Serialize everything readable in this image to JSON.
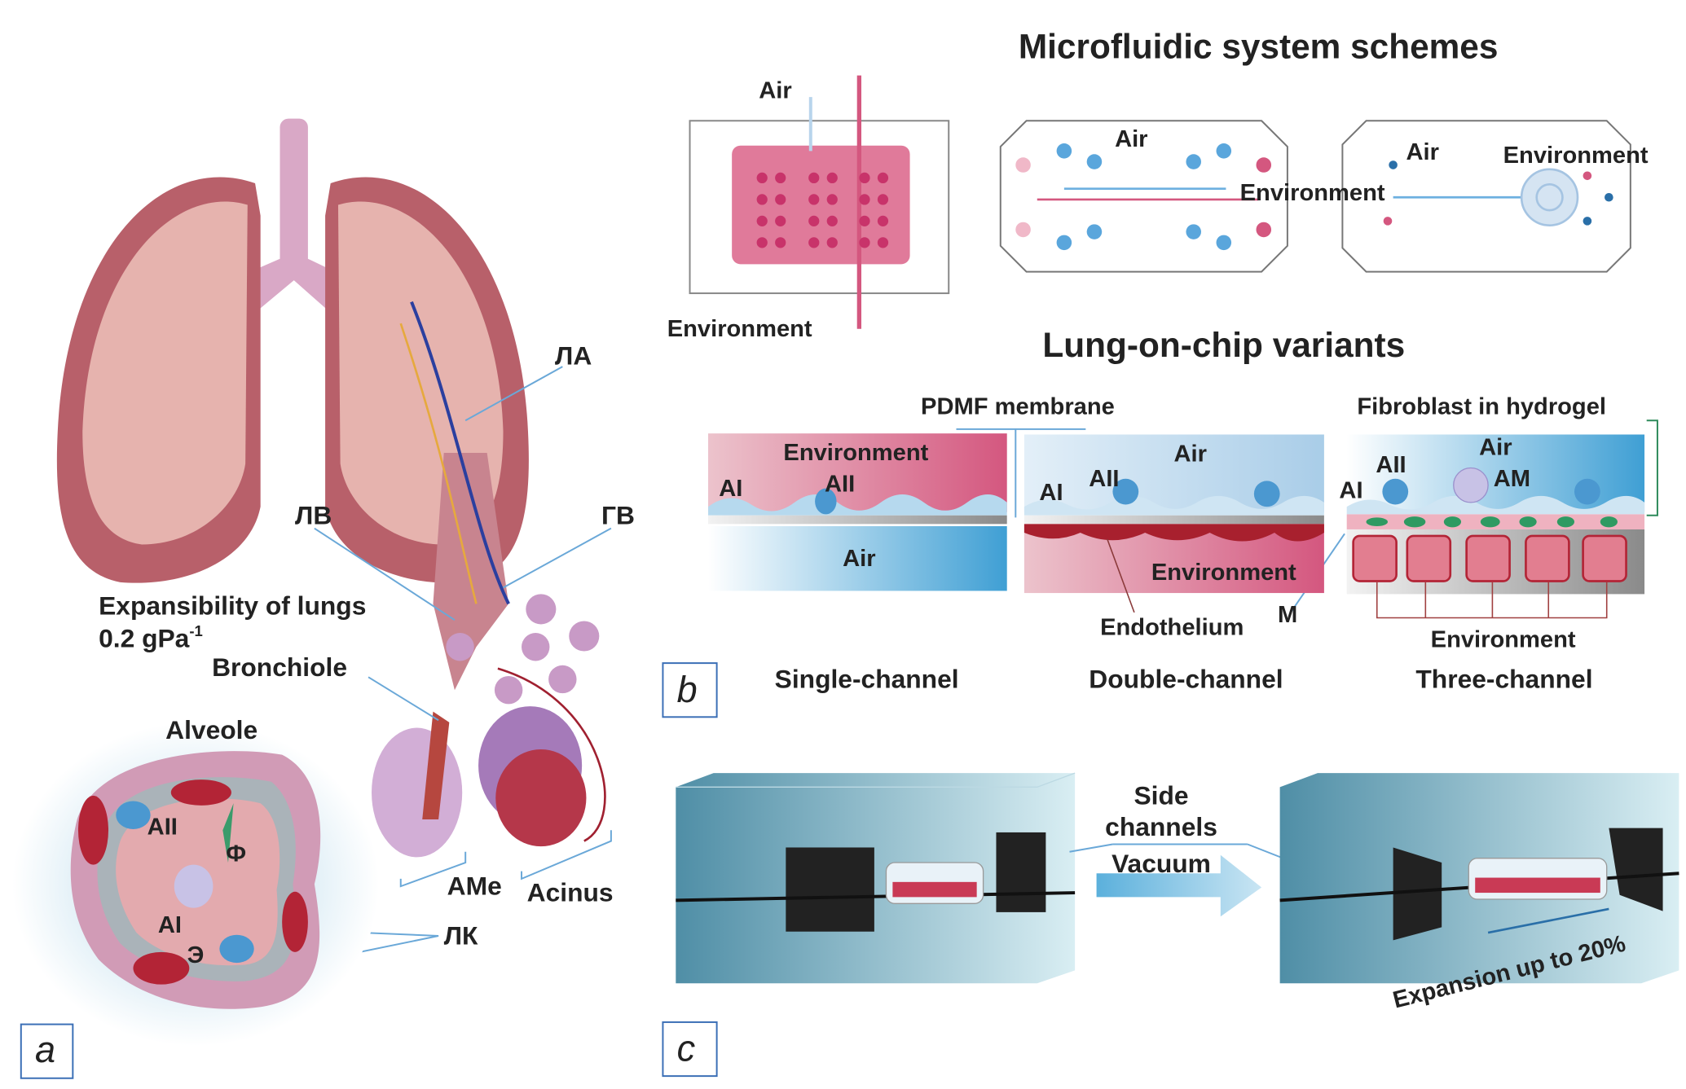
{
  "panel_a": {
    "letter": "a",
    "labels": {
      "la": "ЛА",
      "lv": "ЛВ",
      "gv": "ГВ",
      "expansibility": "Expansibility of lungs",
      "expansibility_value": "0.2 gPa",
      "expansibility_exp": "-1",
      "bronchiole": "Bronchiole",
      "alveole": "Alveole",
      "aii": "AII",
      "f": "Ф",
      "ai": "AI",
      "e": "Э",
      "lk": "ЛК",
      "ame": "AMe",
      "acinus": "Acinus"
    }
  },
  "panel_b": {
    "letter": "b",
    "title": "Microfluidic system schemes",
    "scheme1": {
      "air": "Air",
      "environment": "Environment"
    },
    "scheme2": {
      "air": "Air",
      "environment": "Environment"
    },
    "scheme3": {
      "air": "Air",
      "environment": "Environment"
    },
    "variants_title": "Lung-on-chip variants",
    "pdmf": "PDMF membrane",
    "fibroblast": "Fibroblast in hydrogel",
    "single": {
      "environment": "Environment",
      "ai": "AI",
      "aii": "AII",
      "air": "Air",
      "caption": "Single-channel"
    },
    "double": {
      "ai": "AI",
      "aii": "AII",
      "air": "Air",
      "environment": "Environment",
      "endothelium": "Endothelium",
      "m": "M",
      "caption": "Double-channel"
    },
    "three": {
      "ai": "AI",
      "aii": "AII",
      "air": "Air",
      "am": "AM",
      "environment": "Environment",
      "caption": "Three-channel"
    }
  },
  "panel_c": {
    "letter": "c",
    "side_channels_1": "Side",
    "side_channels_2": "channels",
    "vacuum": "Vacuum",
    "expansion": "Expansion up to 20%"
  },
  "colors": {
    "pink": "#d4577f",
    "blue": "#3f9fd4",
    "tissue": "#b8606a",
    "frame": "#3b6fb6"
  }
}
